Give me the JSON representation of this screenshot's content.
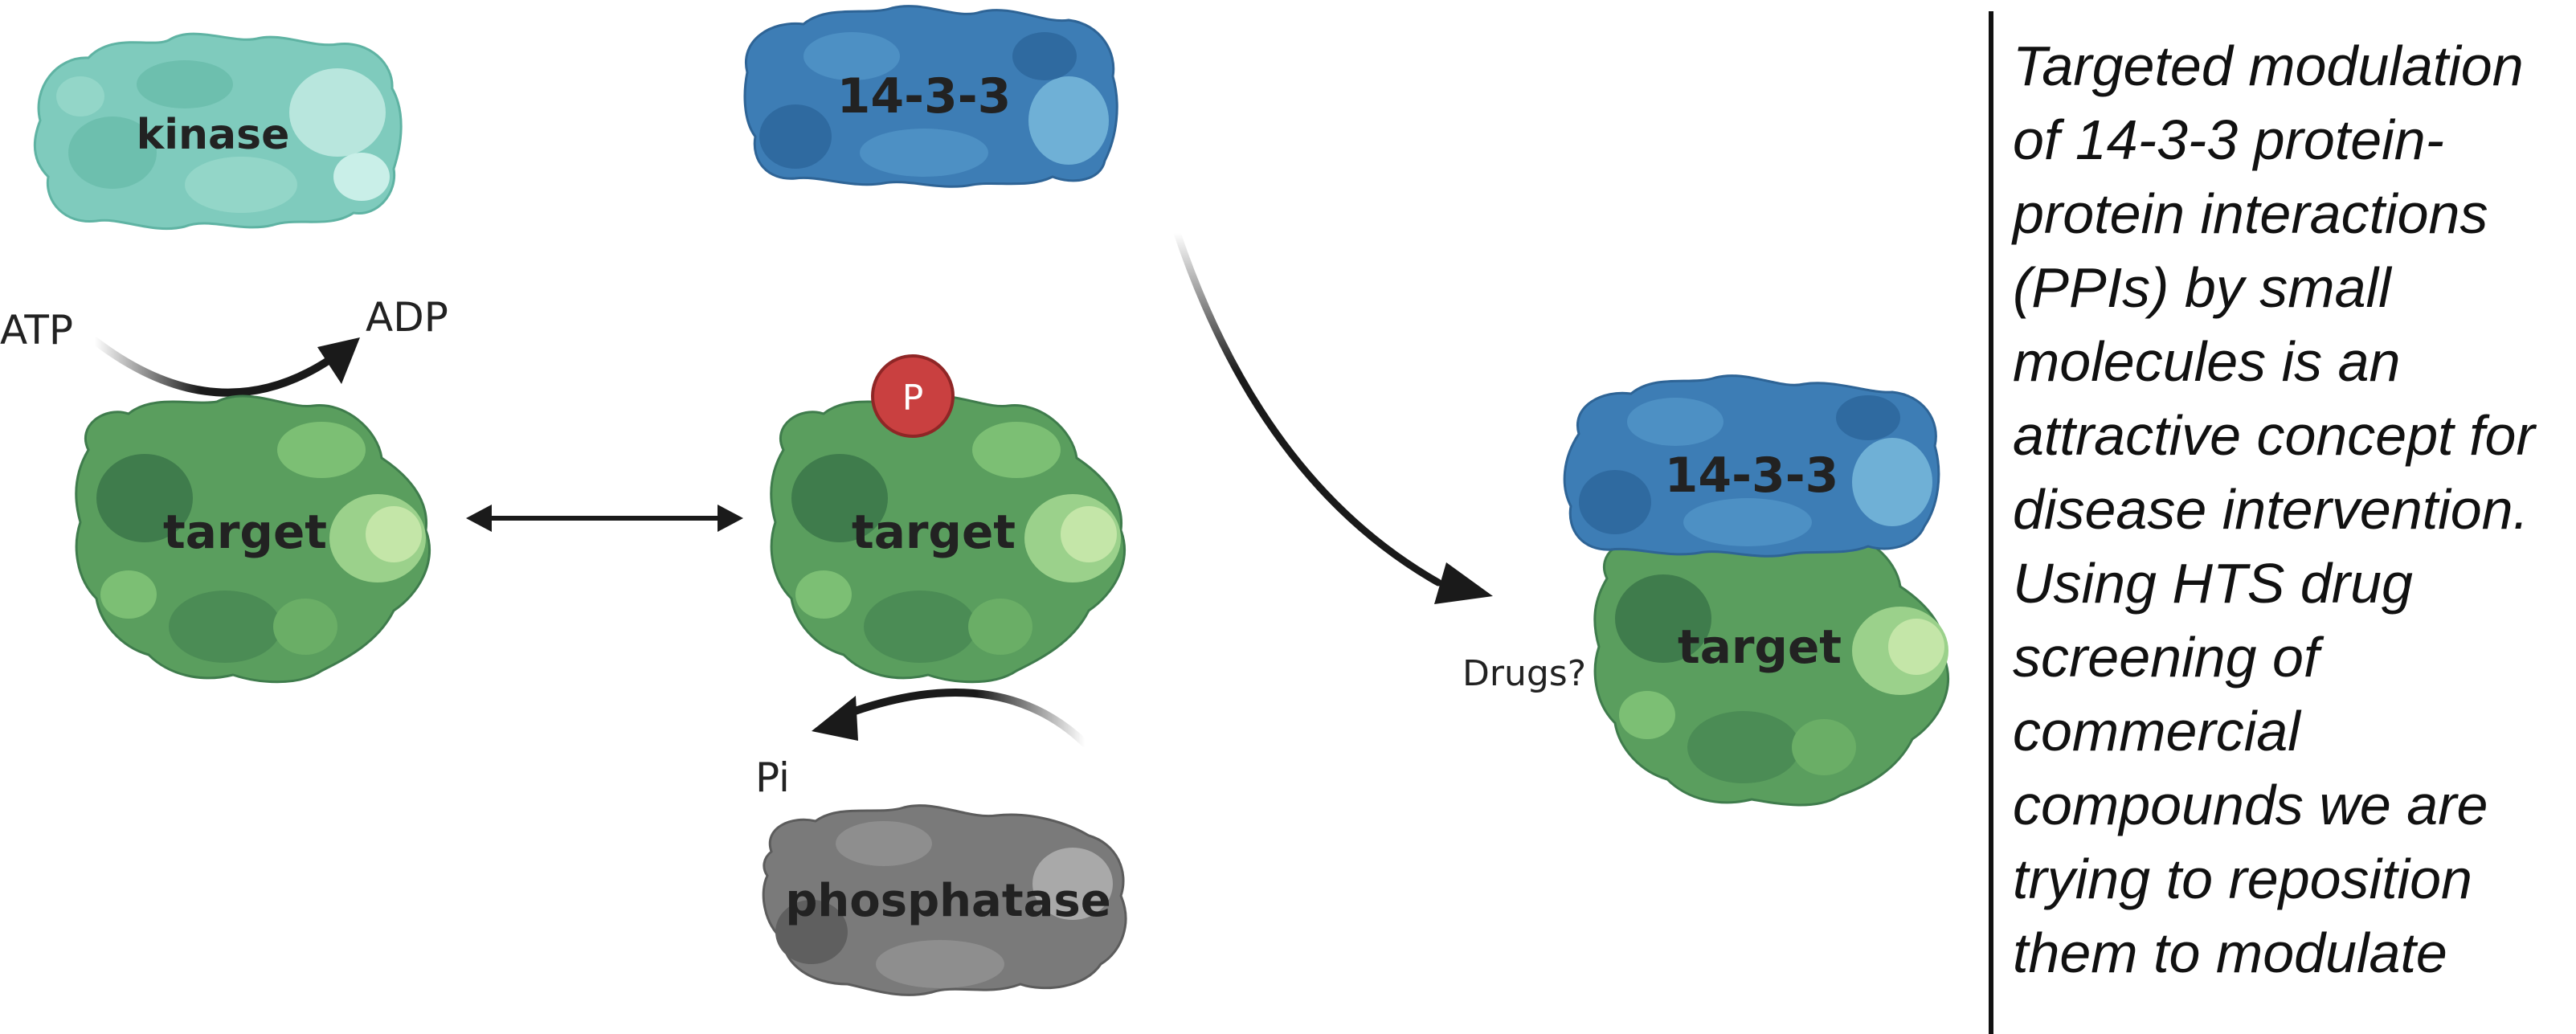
{
  "labels": {
    "kinase": "kinase",
    "fourteen_three_three_top": "14-3-3",
    "fourteen_three_three_complex": "14-3-3",
    "target_left": "target",
    "target_middle": "target",
    "target_complex": "target",
    "phospho": "P",
    "phosphatase": "phosphatase",
    "atp": "ATP",
    "adp": "ADP",
    "pi": "Pi",
    "drugs": "Drugs?"
  },
  "caption": "Targeted modulation of 14-3-3 protein-protein interactions (PPIs) by small molecules is an attractive concept for disease intervention. Using HTS drug screening of commercial compounds we are trying to reposition them to modulate",
  "colors": {
    "kinase": "#7fcbbd",
    "kinase_light": "#b8e6dd",
    "fourteen_three_three": "#3d7db5",
    "fourteen_three_three_light": "#6fb0d6",
    "target": "#5a9e5e",
    "target_light": "#9bd18b",
    "target_dark": "#3f7c4c",
    "phospho": "#c94040",
    "phosphatase": "#7a7a7a",
    "phosphatase_light": "#a9a9a9",
    "label_text": "#222222",
    "arrow": "#1a1a1a"
  }
}
